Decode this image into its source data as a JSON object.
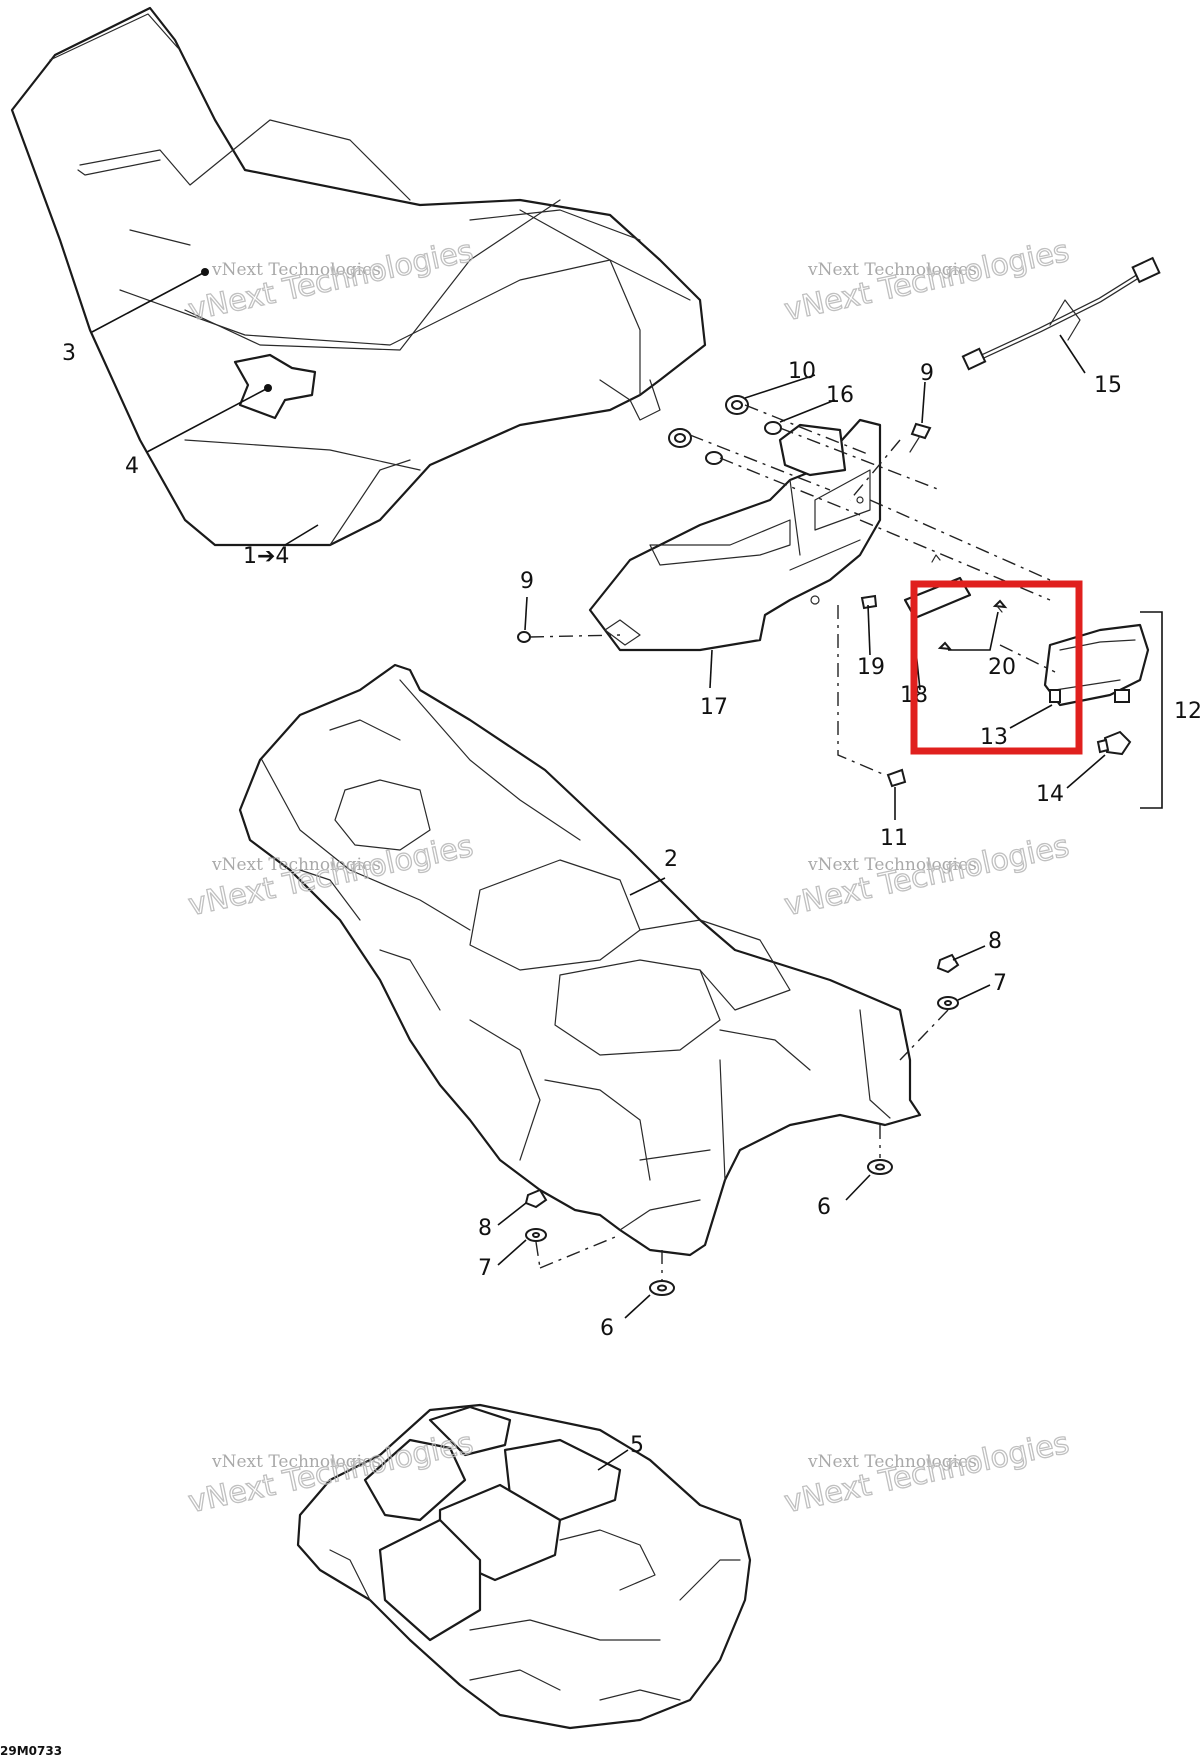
{
  "diagram": {
    "code": "29M0733",
    "callouts": [
      {
        "id": "c-3",
        "text": "3"
      },
      {
        "id": "c-4",
        "text": "4"
      },
      {
        "id": "c-1-4",
        "text": "1➔4"
      },
      {
        "id": "c-10",
        "text": "10"
      },
      {
        "id": "c-16",
        "text": "16"
      },
      {
        "id": "c-9a",
        "text": "9"
      },
      {
        "id": "c-15",
        "text": "15"
      },
      {
        "id": "c-9b",
        "text": "9"
      },
      {
        "id": "c-17",
        "text": "17"
      },
      {
        "id": "c-19",
        "text": "19"
      },
      {
        "id": "c-18",
        "text": "18"
      },
      {
        "id": "c-20",
        "text": "20"
      },
      {
        "id": "c-13",
        "text": "13"
      },
      {
        "id": "c-12",
        "text": "12"
      },
      {
        "id": "c-14",
        "text": "14"
      },
      {
        "id": "c-11",
        "text": "11"
      },
      {
        "id": "c-2",
        "text": "2"
      },
      {
        "id": "c-8a",
        "text": "8"
      },
      {
        "id": "c-7a",
        "text": "7"
      },
      {
        "id": "c-6a",
        "text": "6"
      },
      {
        "id": "c-8b",
        "text": "8"
      },
      {
        "id": "c-7b",
        "text": "7"
      },
      {
        "id": "c-6b",
        "text": "6"
      },
      {
        "id": "c-5",
        "text": "5"
      }
    ],
    "watermark": {
      "line1": "vNext Technologies",
      "line2": "vNext Technologies"
    },
    "highlight_color": "#e0201e"
  }
}
